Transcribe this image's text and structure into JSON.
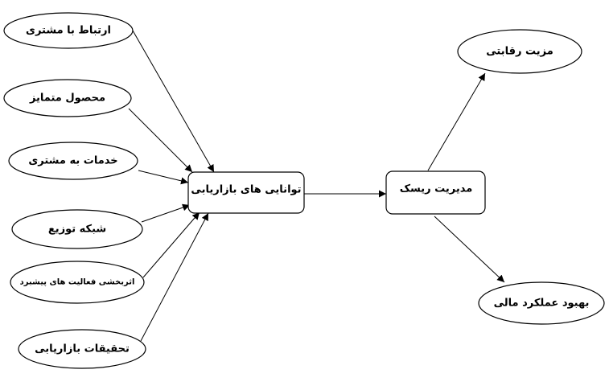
{
  "nodes": {
    "customer_relation": "ارتباط با مشتری",
    "distinct_product": "محصول متمایز",
    "customer_service": "خدمات به  مشتری",
    "distribution_network": "شبکه توزیع",
    "advertising_effectiveness": "اثربخشی فعالیت های پیشبرد",
    "marketing_research": "تحقیقات بازاریابی",
    "marketing_capabilities": "توانایی های بازاریابی",
    "risk_management": "مدیریت ریسک",
    "competitive_advantage": "مزیت رقابتی",
    "financial_performance": "بهبود عملکرد مالی"
  }
}
